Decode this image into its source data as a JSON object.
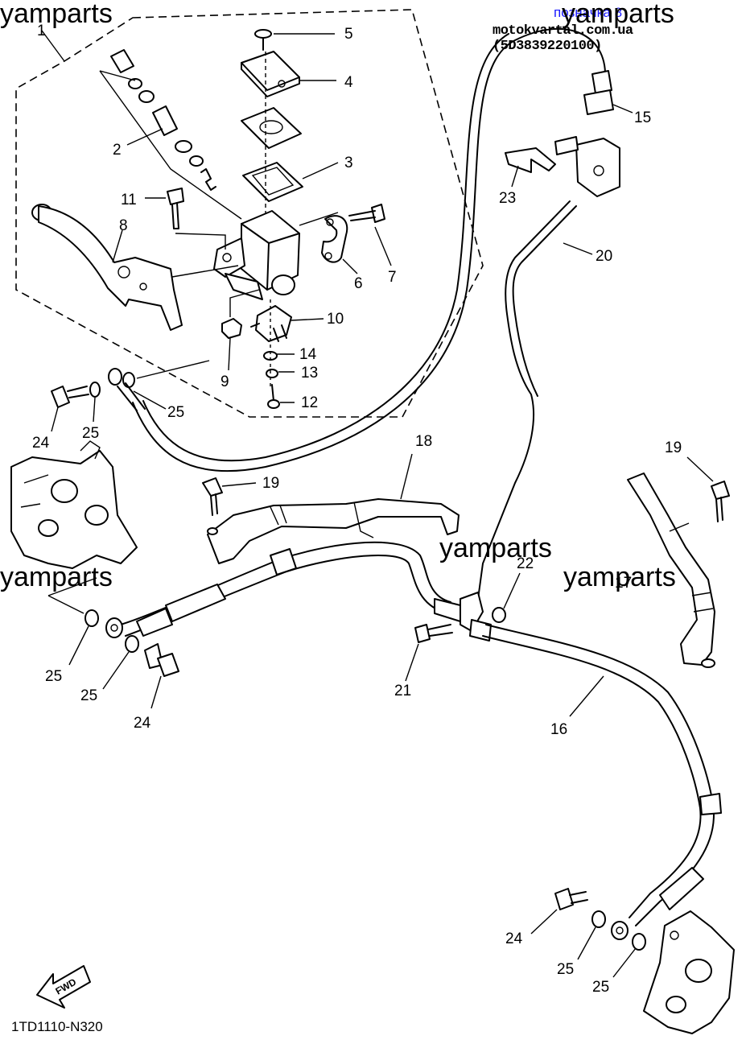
{
  "header": {
    "link_text": "позначка 8",
    "site_text": "motokvartal.com.ua (5D3839220100)"
  },
  "watermark": "yamparts",
  "diagram_code": "1TD1110-N320",
  "fwd_label": "FWD",
  "callouts": {
    "c1": "1",
    "c2": "2",
    "c3": "3",
    "c4": "4",
    "c5": "5",
    "c6": "6",
    "c7": "7",
    "c8": "8",
    "c9": "9",
    "c10": "10",
    "c11": "11",
    "c12": "12",
    "c13": "13",
    "c14": "14",
    "c15": "15",
    "c16": "16",
    "c17": "17",
    "c18": "18",
    "c19a": "19",
    "c19b": "19",
    "c20": "20",
    "c21": "21",
    "c22": "22",
    "c23": "23",
    "c24a": "24",
    "c24b": "24",
    "c24c": "24",
    "c25a": "25",
    "c25b": "25",
    "c25c": "25",
    "c25d": "25",
    "c25e": "25",
    "c25f": "25"
  }
}
